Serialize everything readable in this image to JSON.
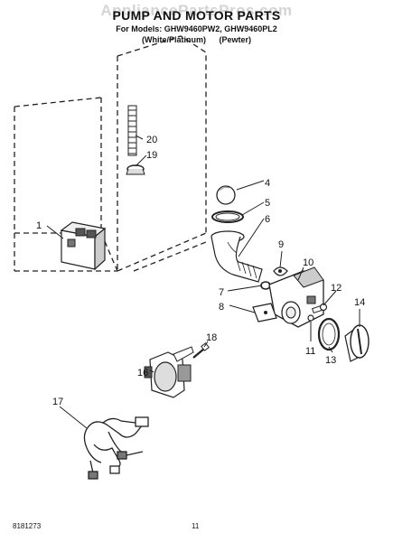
{
  "header": {
    "watermark": "AppliancePartsPros.com",
    "title": "PUMP AND MOTOR PARTS",
    "models": "For Models: GHW9460PW2, GHW9460PL2",
    "color_white": "(White/Platinum)",
    "color_pewter": "(Pewter)"
  },
  "callouts": {
    "c1": "1",
    "c4": "4",
    "c5": "5",
    "c6": "6",
    "c7": "7",
    "c8": "8",
    "c9": "9",
    "c10": "10",
    "c11": "11",
    "c12": "12",
    "c13": "13",
    "c14": "14",
    "c16": "16",
    "c17": "17",
    "c18": "18",
    "c19": "19",
    "c20": "20"
  },
  "footer": {
    "doc_number": "8181273",
    "page_number": "11"
  }
}
